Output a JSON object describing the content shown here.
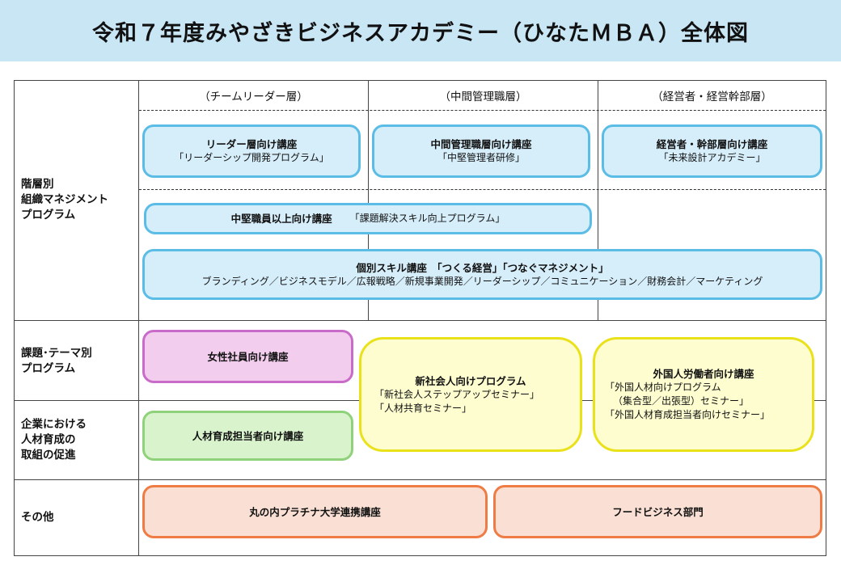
{
  "title": "令和７年度みやざきビジネスアカデミー（ひなたＭＢＡ）全体図",
  "columns": [
    "（チームリーダー層）",
    "（中間管理職層）",
    "（経営者・経営幹部層）"
  ],
  "rows": [
    "階層別\n組織マネジメント\nプログラム",
    "課題･テーマ別\nプログラム",
    "企業における\n人材育成の\n取組の促進",
    "その他"
  ],
  "boxes": {
    "leader": {
      "title": "リーダー層向け講座",
      "sub": "「リーダーシップ開発プログラム」"
    },
    "middle": {
      "title": "中間管理職層向け講座",
      "sub": "「中堅管理者研修」"
    },
    "executive": {
      "title": "経営者・幹部層向け講座",
      "sub": "「未来設計アカデミー」"
    },
    "midstaff": {
      "title": "中堅職員以上向け講座",
      "sub": "「課題解決スキル向上プログラム」"
    },
    "skill": {
      "title": "個別スキル講座　「つくる経営」「つなぐマネジメント」",
      "sub": "ブランディング／ビジネスモデル／広報戦略／新規事業開発／リーダーシップ／コミュニケーション／財務会計／マーケティング"
    },
    "women": {
      "title": "女性社員向け講座"
    },
    "newcomer": {
      "title": "新社会人向けプログラム",
      "lines": [
        "「新社会人ステップアップセミナー」",
        "「人材共育セミナー」"
      ]
    },
    "foreign": {
      "title": "外国人労働者向け講座",
      "lines": [
        "「外国人材向けプログラム",
        "（集合型／出張型）セミナー」",
        "「外国人材育成担当者向けセミナー」"
      ]
    },
    "hr": {
      "title": "人材育成担当者向け講座"
    },
    "marunouchi": {
      "title": "丸の内プラチナ大学連携講座"
    },
    "food": {
      "title": "フードビジネス部門"
    }
  },
  "colors": {
    "title_bg": "#c9e6f5",
    "blue_border": "#5bbde6",
    "blue_fill": "#d6eefa",
    "pink_border": "#c96bc8",
    "pink_fill": "#f2cdee",
    "green_border": "#8fd27b",
    "green_fill": "#d9f3cd",
    "yellow_border": "#e9e21a",
    "yellow_fill": "#fefdd0",
    "orange_border": "#ef7b45",
    "orange_fill": "#fae0d4"
  }
}
